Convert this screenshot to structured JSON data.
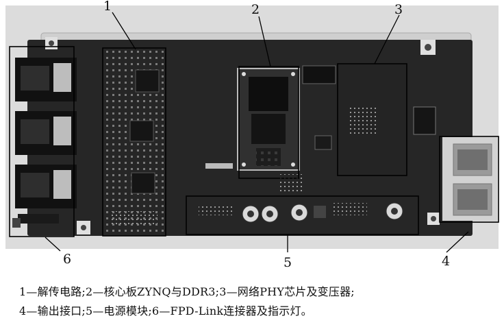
{
  "callouts": {
    "c1": "1",
    "c2": "2",
    "c3": "3",
    "c4": "4",
    "c5": "5",
    "c6": "6"
  },
  "caption": {
    "line1": "1—解传电路;2—核心板ZYNQ与DDR3;3—网络PHY芯片及变压器;",
    "line2": "4—输出接口;5—电源模块;6—FPD-Link连接器及指示灯。"
  }
}
